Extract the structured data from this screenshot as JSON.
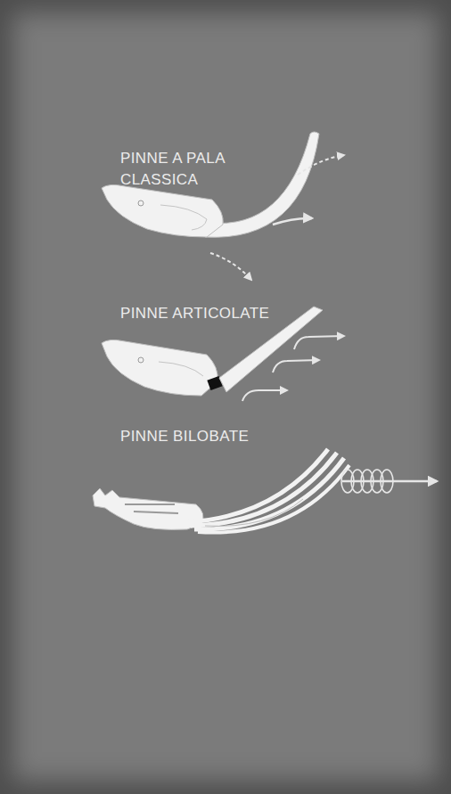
{
  "diagram": {
    "labels": [
      "PINNE A PALA CLASSICA",
      "PINNE ARTICOLATE",
      "PINNE BILOBATE"
    ]
  }
}
